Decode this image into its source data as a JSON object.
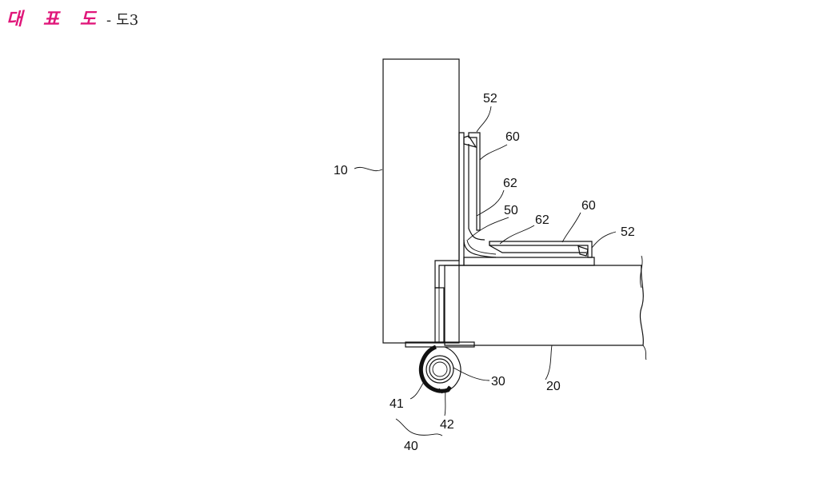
{
  "header": {
    "title": "대 표 도",
    "separator": "-",
    "figure": "도3"
  },
  "labels": {
    "l10": "10",
    "l20": "20",
    "l30": "30",
    "l40": "40",
    "l41": "41",
    "l42": "42",
    "l50": "50",
    "l52a": "52",
    "l52b": "52",
    "l60a": "60",
    "l60b": "60",
    "l62a": "62",
    "l62b": "62"
  },
  "colors": {
    "title": "#e0177a",
    "line": "#111111"
  }
}
